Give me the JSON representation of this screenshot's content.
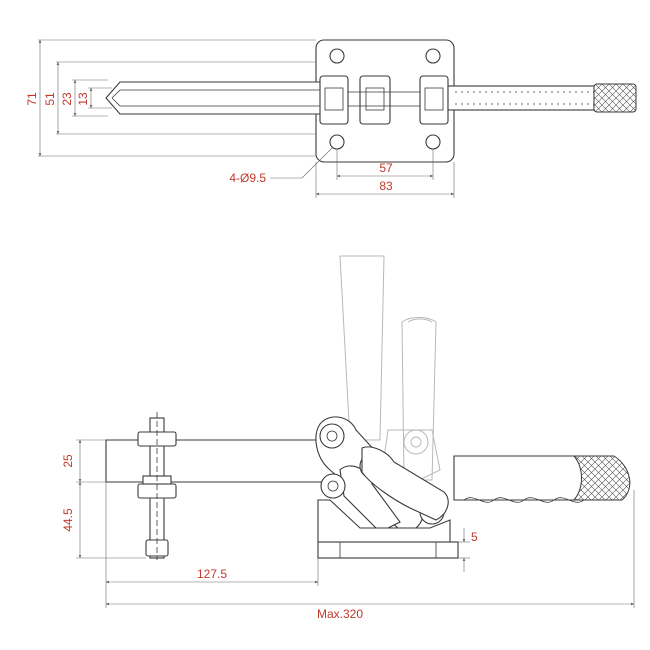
{
  "dimensions": {
    "top_view": {
      "overall_height": "71",
      "inner_height": "51",
      "bar_height": "23",
      "tip_height": "13",
      "hole_spec": "4-Ø9.5",
      "hole_spacing": "57",
      "base_width": "83"
    },
    "side_view": {
      "arm_height": "25",
      "spindle_height": "44.5",
      "base_offset": "5",
      "arm_reach": "127.5",
      "max_length": "Max.320"
    }
  },
  "colors": {
    "outline": "#3a3a3a",
    "ghost_outline": "#b8b8b8",
    "dimension_line": "#6a6a6a",
    "dimension_text": "#c0392b"
  }
}
